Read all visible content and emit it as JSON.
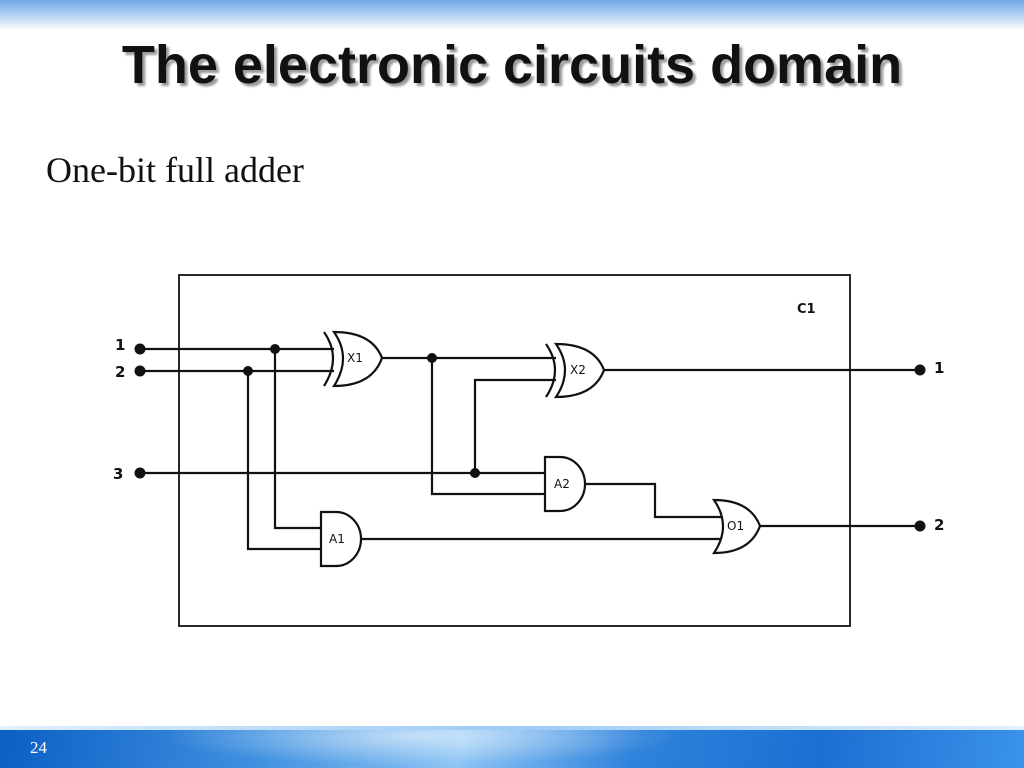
{
  "slide": {
    "title": "The electronic circuits domain",
    "subtitle": "One-bit full adder",
    "page_number": "24"
  },
  "circuit": {
    "box_label": "C1",
    "gates": {
      "x1": "X1",
      "x2": "X2",
      "a1": "A1",
      "a2": "A2",
      "o1": "O1"
    },
    "inputs": {
      "in1": "1",
      "in2": "2",
      "in3": "3"
    },
    "outputs": {
      "out1": "1",
      "out2": "2"
    }
  },
  "colors": {
    "ink": "#111111",
    "top_band": "#6fa9e6",
    "bottom_band": "#1b6fd2"
  }
}
